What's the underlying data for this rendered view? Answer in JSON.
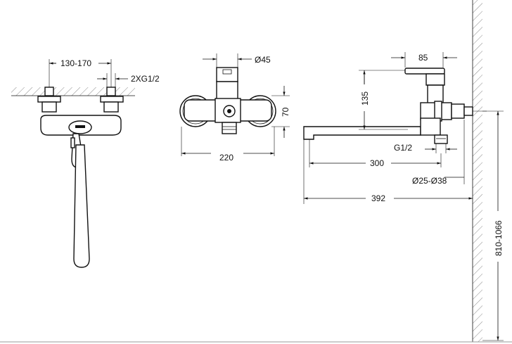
{
  "front_view": {
    "dim_width": "130-170",
    "dim_thread": "2XG1/2"
  },
  "top_view": {
    "dim_diameter": "Ø45",
    "dim_height": "70",
    "dim_width": "220"
  },
  "side_view": {
    "dim_handle": "85",
    "dim_height": "135",
    "dim_outlet": "G1/2",
    "dim_spout": "300",
    "dim_escutcheon": "Ø25-Ø38",
    "dim_total": "392",
    "dim_mount_height": "810-1066"
  }
}
